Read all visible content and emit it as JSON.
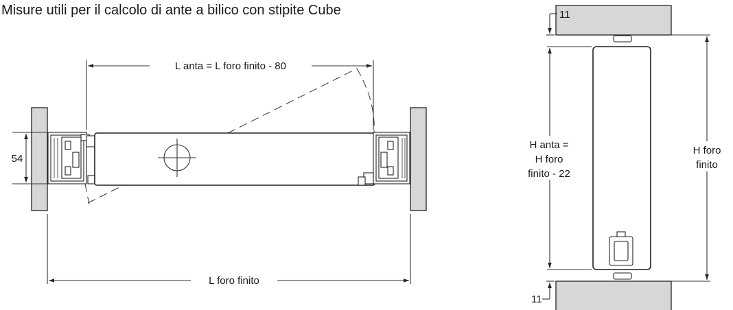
{
  "title": "Misure utili per il calcolo di ante a bilico con stipite Cube",
  "plan_view": {
    "dim_door_width": "L anta = L foro finito - 80",
    "dim_opening_width": "L foro finito",
    "dim_frame_depth": "54"
  },
  "section_view": {
    "dim_gap_top": "11",
    "dim_gap_bottom": "11",
    "dim_door_height": [
      "H anta =",
      "H foro",
      "finito - 22"
    ],
    "dim_opening_height": [
      "H foro",
      "finito"
    ]
  }
}
